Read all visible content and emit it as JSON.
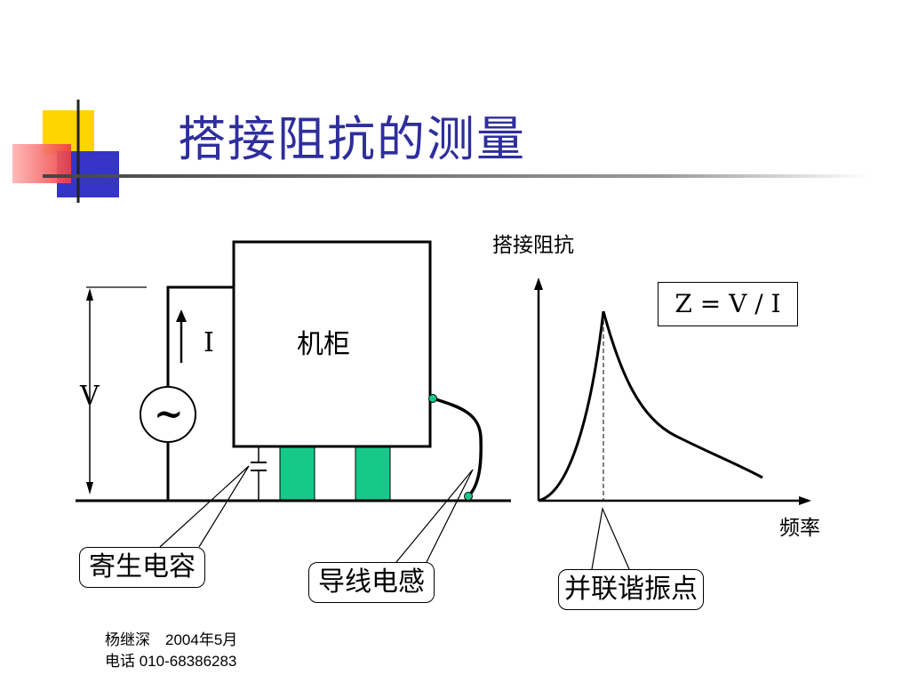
{
  "slide": {
    "title": "搭接阻抗的测量"
  },
  "diagram": {
    "cabinet_label": "机柜",
    "current_label": "I",
    "voltage_label": "V",
    "source_symbol": "~",
    "callout_capacitance": "寄生电容",
    "callout_inductance": "导线电感",
    "callout_resonance": "并联谐振点"
  },
  "graph": {
    "y_axis_label": "搭接阻抗",
    "x_axis_label": "频率",
    "formula": "Z = V / I"
  },
  "footer": {
    "author": "杨继深　2004年5月",
    "phone": "电话 010-68386283"
  },
  "colors": {
    "title": "#2e2e9e",
    "bond_strap": "#16c98a",
    "logo_yellow": "#ffd400",
    "logo_blue": "#3535c8",
    "logo_red": "#f2494a"
  }
}
